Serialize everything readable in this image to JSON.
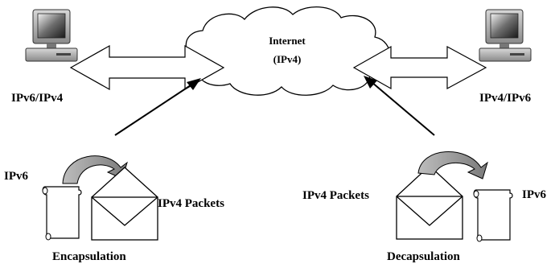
{
  "cloud": {
    "title": "Internet",
    "subtitle": "(IPv4)"
  },
  "hosts": {
    "left_label": "IPv6/IPv4",
    "right_label": "IPv4/IPv6"
  },
  "encapsulation": {
    "input_label": "IPv6",
    "output_label": "IPv4 Packets",
    "caption": "Encapsulation"
  },
  "decapsulation": {
    "input_label": "IPv4 Packets",
    "output_label": "IPv6",
    "caption": "Decapsulation"
  },
  "icons": {
    "computer": "desktop-computer-icon",
    "envelope": "envelope-icon",
    "scroll": "scroll-document-icon",
    "curved_arrow": "curved-arrow-icon"
  }
}
